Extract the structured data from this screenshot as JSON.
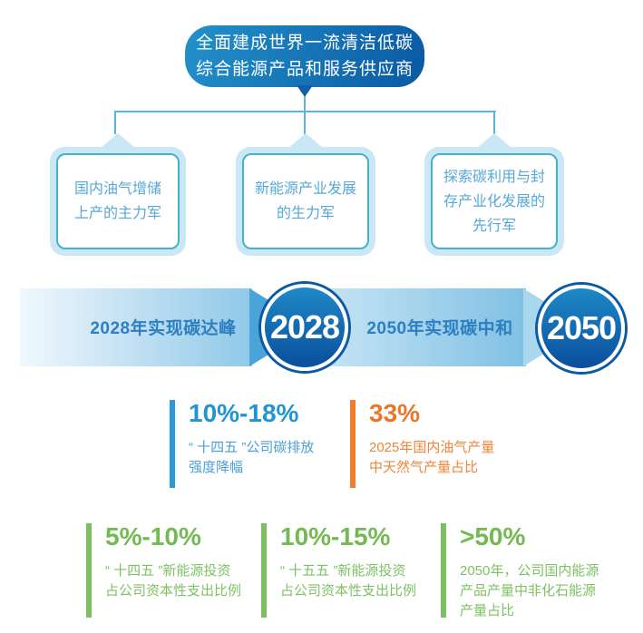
{
  "vision": {
    "lines": [
      "全面建成世界一流清洁低碳",
      "综合能源产品和服务供应商"
    ]
  },
  "pillars": [
    {
      "lines": [
        "国内油气增储",
        "上产的主力军"
      ]
    },
    {
      "lines": [
        "新能源产业发展",
        "的生力军"
      ]
    },
    {
      "lines": [
        "探索碳利用与封",
        "存产业化发展的",
        "先行军"
      ]
    }
  ],
  "timeline": [
    {
      "label": "2028年实现碳达峰",
      "year": "2028"
    },
    {
      "label": "2050年实现碳中和",
      "year": "2050"
    }
  ],
  "stats": {
    "row1": [
      {
        "value": "10%-18%",
        "desc": [
          "“ 十四五 ”公司碳排放",
          "强度降幅"
        ],
        "color": "#2095d2"
      },
      {
        "value": "33%",
        "desc": [
          "2025年国内油气产量",
          "中天然气产量占比"
        ],
        "color": "#ed7d31"
      }
    ],
    "row2": [
      {
        "value": "5%-10%",
        "desc": [
          "“ 十四五 ”新能源投资",
          "占公司资本性支出比例"
        ],
        "color": "#7cbf5e"
      },
      {
        "value": "10%-15%",
        "desc": [
          "“ 十五五 ”新能源投资",
          "占公司资本性支出比例"
        ],
        "color": "#7cbf5e"
      },
      {
        "value": ">50%",
        "desc": [
          "2050年，公司国内能源",
          "产品产量中非化石能源",
          "产量占比"
        ],
        "color": "#7cbf5e"
      }
    ]
  },
  "icons": {
    "bubble_tail": "triangle-down",
    "pillar_pointer": "triangle-up",
    "band_arrow": "chevron-right"
  },
  "colors": {
    "bubble_gradient_start": "#2391cb",
    "bubble_gradient_end": "#0a59a3",
    "connector": "#5ab5de",
    "pillar_outer": "#c9e7f4",
    "pillar_border": "#45b2ca",
    "pillar_text": "#57a8d8",
    "band_label": "#2d7fc3",
    "circle_fill": "#0e5aa2",
    "stat_blue": "#2095d2",
    "stat_orange": "#ed7d31",
    "stat_green": "#7cbf5e"
  }
}
